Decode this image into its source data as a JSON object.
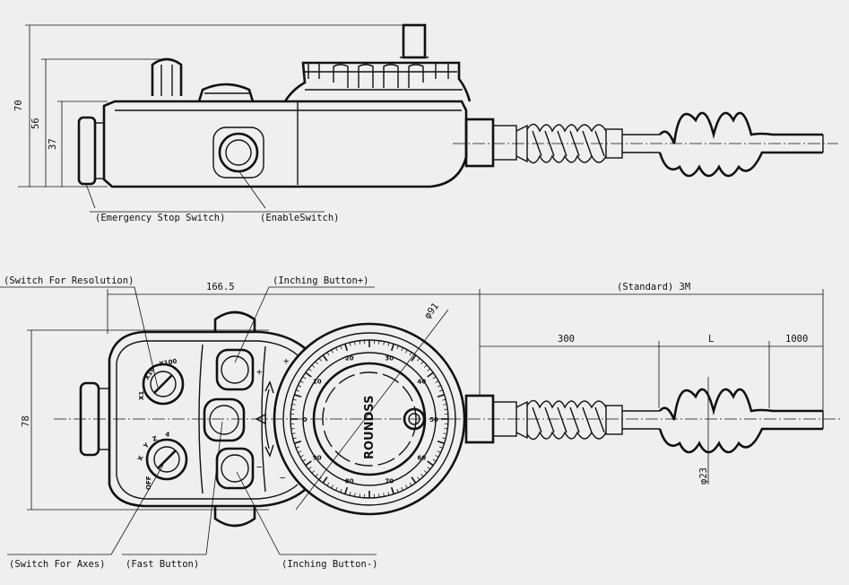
{
  "side_view": {
    "dim_70": "70",
    "dim_56": "56",
    "dim_37": "37",
    "label_emergency": "(Emergency Stop Switch)",
    "label_enable": "(EnableSwitch)"
  },
  "top_view": {
    "label_resolution": "(Switch For Resolution)",
    "label_inching_plus": "(Inching Button+)",
    "label_axes": "(Switch For Axes)",
    "label_fast": "(Fast Button)",
    "label_inching_minus": "(Inching Button-)",
    "dim_166": "166.5",
    "dim_standard": "(Standard) 3M",
    "dim_300": "300",
    "dim_L": "L",
    "dim_1000": "1000",
    "dim_78": "78",
    "dim_phi91": "φ91",
    "dim_phi23": "φ23",
    "brand": "ROUNDSS",
    "resolution_marks": [
      "X1",
      "X10",
      "X100"
    ],
    "axes_marks": [
      "OFF",
      "X",
      "Y",
      "Z",
      "4"
    ],
    "plus_sign": "+",
    "minus_sign": "−",
    "dial_numbers": [
      "0",
      "10",
      "20",
      "30",
      "40",
      "50",
      "60",
      "70",
      "80",
      "90"
    ]
  }
}
